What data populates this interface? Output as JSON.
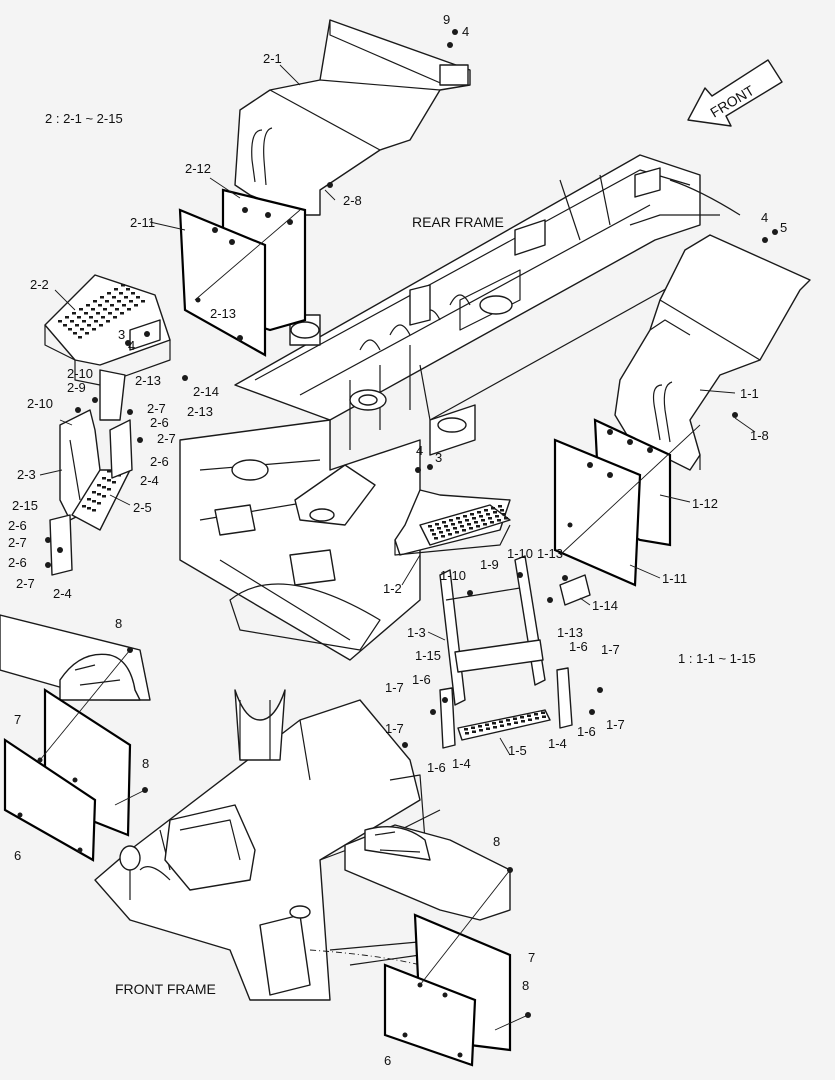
{
  "headings": {
    "group2_range": "2 : 2-1 ~ 2-15",
    "group1_range": "1 : 1-1 ~ 1-15",
    "rear_frame": "REAR FRAME",
    "front_frame": "FRONT FRAME",
    "front_arrow": "FRONT"
  },
  "callouts": [
    {
      "id": "c01",
      "text": "9"
    },
    {
      "id": "c02",
      "text": "4"
    },
    {
      "id": "c03",
      "text": "2-1"
    },
    {
      "id": "c04",
      "text": "2-12"
    },
    {
      "id": "c05",
      "text": "2-8"
    },
    {
      "id": "c06",
      "text": "2-11"
    },
    {
      "id": "c07",
      "text": "2-2"
    },
    {
      "id": "c08",
      "text": "2-13"
    },
    {
      "id": "c09",
      "text": "3"
    },
    {
      "id": "c10",
      "text": "4"
    },
    {
      "id": "c11",
      "text": "2-10"
    },
    {
      "id": "c12",
      "text": "2-13"
    },
    {
      "id": "c13",
      "text": "2-9"
    },
    {
      "id": "c14",
      "text": "2-14"
    },
    {
      "id": "c15",
      "text": "2-10"
    },
    {
      "id": "c16",
      "text": "2-7"
    },
    {
      "id": "c17",
      "text": "2-13"
    },
    {
      "id": "c18",
      "text": "2-6"
    },
    {
      "id": "c19",
      "text": "2-7"
    },
    {
      "id": "c20",
      "text": "2-6"
    },
    {
      "id": "c21",
      "text": "2-3"
    },
    {
      "id": "c22",
      "text": "2-4"
    },
    {
      "id": "c23",
      "text": "2-15"
    },
    {
      "id": "c24",
      "text": "2-5"
    },
    {
      "id": "c25",
      "text": "2-6"
    },
    {
      "id": "c26",
      "text": "2-7"
    },
    {
      "id": "c27",
      "text": "2-6"
    },
    {
      "id": "c28",
      "text": "2-7"
    },
    {
      "id": "c29",
      "text": "2-4"
    },
    {
      "id": "c30",
      "text": "4"
    },
    {
      "id": "c31",
      "text": "5"
    },
    {
      "id": "c32",
      "text": "1-1"
    },
    {
      "id": "c33",
      "text": "1-8"
    },
    {
      "id": "c34",
      "text": "1-12"
    },
    {
      "id": "c35",
      "text": "4"
    },
    {
      "id": "c36",
      "text": "3"
    },
    {
      "id": "c37",
      "text": "1-2"
    },
    {
      "id": "c38",
      "text": "1-11"
    },
    {
      "id": "c39",
      "text": "1-10"
    },
    {
      "id": "c40",
      "text": "1-13"
    },
    {
      "id": "c41",
      "text": "1-9"
    },
    {
      "id": "c42",
      "text": "1-10"
    },
    {
      "id": "c43",
      "text": "1-14"
    },
    {
      "id": "c44",
      "text": "1-13"
    },
    {
      "id": "c45",
      "text": "1-3"
    },
    {
      "id": "c46",
      "text": "1-15"
    },
    {
      "id": "c47",
      "text": "1-6"
    },
    {
      "id": "c48",
      "text": "1-7"
    },
    {
      "id": "c49",
      "text": "1-7"
    },
    {
      "id": "c50",
      "text": "1-6"
    },
    {
      "id": "c51",
      "text": "1-7"
    },
    {
      "id": "c52",
      "text": "1-6"
    },
    {
      "id": "c53",
      "text": "1-4"
    },
    {
      "id": "c54",
      "text": "1-5"
    },
    {
      "id": "c55",
      "text": "1-4"
    },
    {
      "id": "c56",
      "text": "1-6"
    },
    {
      "id": "c57",
      "text": "1-7"
    },
    {
      "id": "c58",
      "text": "1-6"
    },
    {
      "id": "c59",
      "text": "8"
    },
    {
      "id": "c60",
      "text": "7"
    },
    {
      "id": "c61",
      "text": "8"
    },
    {
      "id": "c62",
      "text": "6"
    },
    {
      "id": "c63",
      "text": "8"
    },
    {
      "id": "c64",
      "text": "7"
    },
    {
      "id": "c65",
      "text": "8"
    },
    {
      "id": "c66",
      "text": "6"
    }
  ]
}
